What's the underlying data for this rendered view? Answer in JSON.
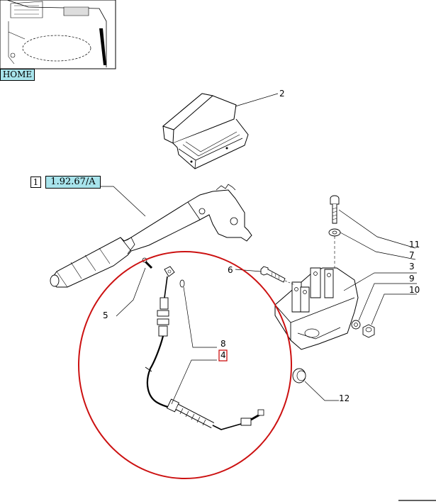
{
  "navigation": {
    "home_label": "HOME"
  },
  "reference": {
    "index": "1",
    "link_label": "1.92.67/A"
  },
  "callouts": [
    {
      "id": "c2",
      "label": "2"
    },
    {
      "id": "c11",
      "label": "11"
    },
    {
      "id": "c7",
      "label": "7"
    },
    {
      "id": "c3",
      "label": "3"
    },
    {
      "id": "c6",
      "label": "6"
    },
    {
      "id": "c9",
      "label": "9"
    },
    {
      "id": "c10",
      "label": "10"
    },
    {
      "id": "c5",
      "label": "5"
    },
    {
      "id": "c8",
      "label": "8"
    },
    {
      "id": "c4",
      "label": "4"
    },
    {
      "id": "c12",
      "label": "12"
    }
  ],
  "colors": {
    "link_background": "#a8e4ec",
    "highlight_circle": "#cc1111",
    "highlight_box": "#cc1111",
    "line": "#000000"
  }
}
